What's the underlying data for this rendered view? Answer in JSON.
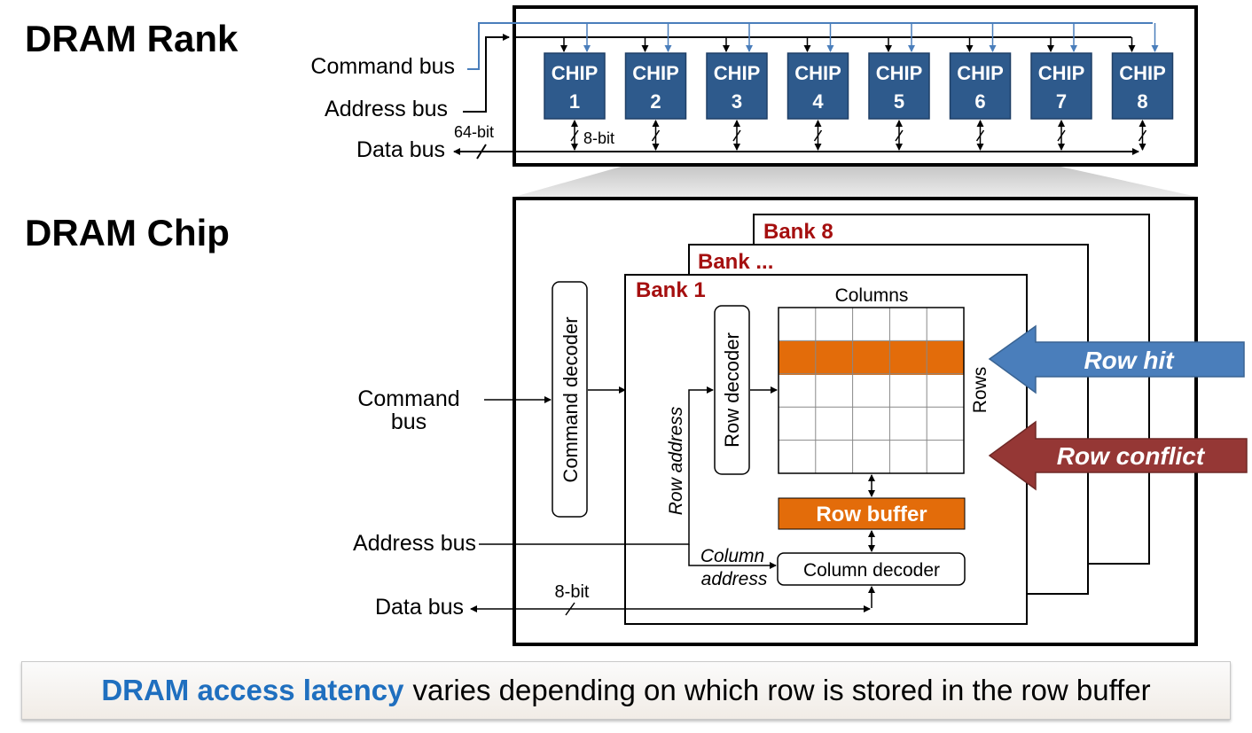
{
  "rank": {
    "title": "DRAM Rank",
    "command_bus": "Command bus",
    "address_bus": "Address bus",
    "data_bus": "Data bus",
    "width_64": "64-bit",
    "width_8": "8-bit",
    "chip_label": "CHIP",
    "chips": [
      "1",
      "2",
      "3",
      "4",
      "5",
      "6",
      "7",
      "8"
    ]
  },
  "chip": {
    "title": "DRAM Chip",
    "command_bus_line1": "Command",
    "command_bus_line2": "bus",
    "address_bus": "Address bus",
    "data_bus": "Data bus",
    "width_8": "8-bit",
    "command_decoder": "Command decoder",
    "row_decoder": "Row decoder",
    "row_address": "Row address",
    "column_address_line1": "Column",
    "column_address_line2": "address",
    "columns": "Columns",
    "rows": "Rows",
    "row_buffer": "Row buffer",
    "column_decoder": "Column decoder",
    "banks": [
      "Bank 8",
      "Bank ...",
      "Bank 1"
    ]
  },
  "arrows": {
    "row_hit": "Row hit",
    "row_conflict": "Row conflict"
  },
  "caption": {
    "highlight": "DRAM access latency",
    "rest": "varies depending on which row is stored in the row buffer"
  },
  "colors": {
    "chip_fill": "#2e5a8c",
    "bank_label": "#a50f0f",
    "row_highlight": "#e36c0a",
    "row_hit_arrow": "#4a7ebb",
    "row_conflict_arrow": "#953735",
    "caption_highlight": "#1f6fbf",
    "command_line": "#4a7ebb"
  }
}
